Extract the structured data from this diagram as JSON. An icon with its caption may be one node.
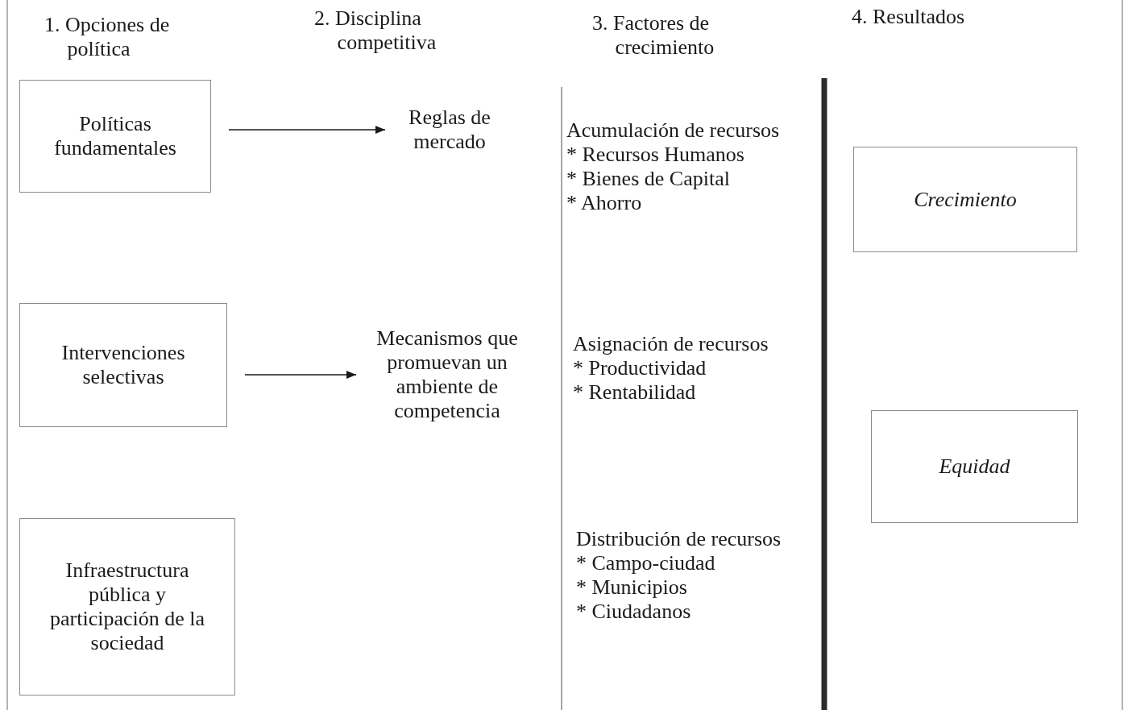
{
  "diagram": {
    "nodes": [
      {
        "text": [
          "Políticas fundamentales"
        ]
      },
      {
        "text": [
          "Reglas de mercado"
        ]
      },
      {
        "text": [
          "Intervenciones selectivas"
        ]
      },
      {
        "text": [
          "Mecanismos que promuevan un ambiente de competencia"
        ]
      },
      {
        "text": [
          "Infraestructura pública y participación de la sociedad"
        ]
      },
      {
        "text": [
          "Crecimiento"
        ]
      },
      {
        "text": [
          "Equidad"
        ]
      }
    ],
    "edges": [
      {
        "from": 0,
        "to": 1,
        "arrow": "to"
      },
      {
        "from": 2,
        "to": 3,
        "arrow": "to"
      }
    ],
    "labels": [
      "1. Opciones de política",
      "2. Disciplina competitiva",
      "3. Factores de crecimiento",
      "4. Resultados",
      "Acumulación de recursos",
      "* Recursos Humanos",
      "* Bienes de Capital",
      "* Ahorro",
      "Asignación de recursos",
      "* Productividad",
      "* Rentabilidad",
      "Distribución de recursos",
      "* Campo-ciudad",
      "* Municipios",
      "* Ciudadanos"
    ]
  }
}
